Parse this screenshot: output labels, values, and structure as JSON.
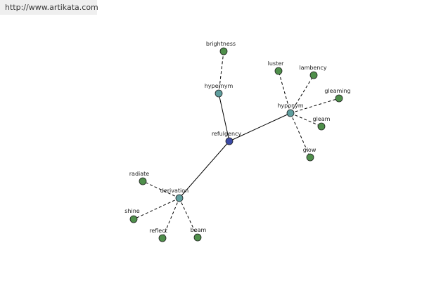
{
  "header": {
    "url": "http://www.artikata.com"
  },
  "graph": {
    "colors": {
      "center": "#3b4aa6",
      "relation": "#5f9e9e",
      "leaf": "#4f8f4b",
      "stroke": "#202020",
      "edge": "#000000"
    },
    "center": {
      "id": "refulgency",
      "label": "refulgency"
    },
    "relations": [
      {
        "id": "hypernym",
        "label": "hypernym"
      },
      {
        "id": "hyponym",
        "label": "hyponym"
      },
      {
        "id": "derivation",
        "label": "derivation"
      }
    ],
    "leaves": [
      {
        "id": "brightness",
        "label": "brightness",
        "parent": "hypernym"
      },
      {
        "id": "luster",
        "label": "luster",
        "parent": "hyponym"
      },
      {
        "id": "lambency",
        "label": "lambency",
        "parent": "hyponym"
      },
      {
        "id": "gleaming",
        "label": "gleaming",
        "parent": "hyponym"
      },
      {
        "id": "gleam",
        "label": "gleam",
        "parent": "hyponym"
      },
      {
        "id": "glow",
        "label": "glow",
        "parent": "hyponym"
      },
      {
        "id": "radiate",
        "label": "radiate",
        "parent": "derivation"
      },
      {
        "id": "shine",
        "label": "shine",
        "parent": "derivation"
      },
      {
        "id": "reflect",
        "label": "reflect",
        "parent": "derivation"
      },
      {
        "id": "beam",
        "label": "beam",
        "parent": "derivation"
      }
    ]
  }
}
